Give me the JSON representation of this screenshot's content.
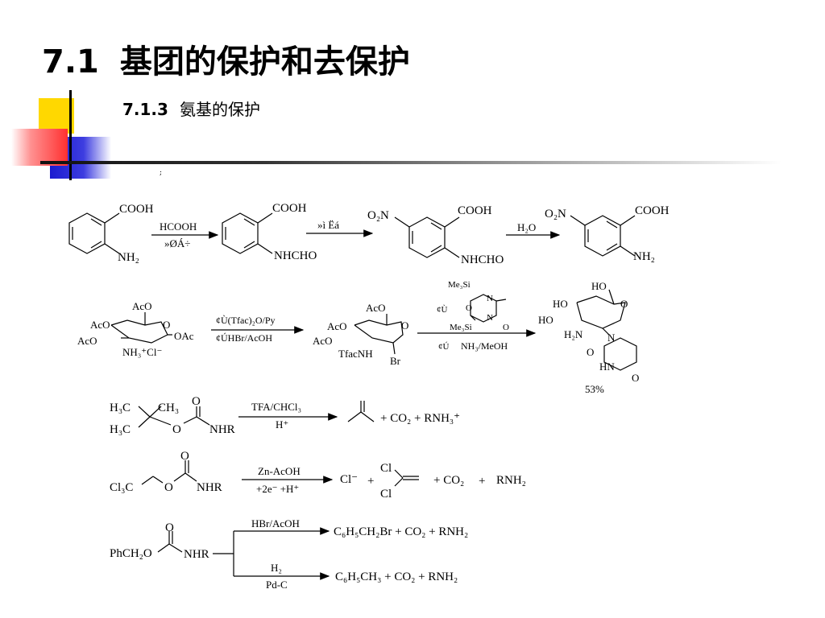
{
  "page": {
    "title_number": "7.1",
    "title_text": "基团的保护和去保护",
    "subtitle_number": "7.1.3",
    "subtitle_text": "氨基的保护",
    "small_mark": ";"
  },
  "colors": {
    "yellow": "#ffd800",
    "blue": "#2a2ad8",
    "red": "#ff4040",
    "line": "#000000"
  },
  "reaction1": {
    "reagent_top": "HCOOH",
    "reagent_bottom": "»ØÁ÷",
    "step2_reagent": "»ì Ëá",
    "step3_reagent": "H₂O",
    "cooh": "COOH",
    "nh2": "NH₂",
    "nhcho": "NHCHO",
    "o2n": "O₂N"
  },
  "reaction2": {
    "aco": "AcO",
    "o": "O",
    "oac": "OAc",
    "nh3cl": "NH₃⁺Cl⁻",
    "reagent1": "¢Ù(Tfac)₂O/Py",
    "reagent2": "¢ÚHBr/AcOH",
    "tfacnh": "TfacNH",
    "br": "Br",
    "me3si": "Me₃Si",
    "n": "N",
    "cu": "¢Ù",
    "cv": "¢Ú",
    "nh3meoh": "NH₃/MeOH",
    "ho": "HO",
    "h2n": "H₂N",
    "hn": "HN",
    "yield": "53%"
  },
  "reaction3": {
    "h3c": "H₃C",
    "ch3": "CH₃",
    "o": "O",
    "nhr": "NHR",
    "reagent_top": "TFA/CHCl₃",
    "reagent_bottom": "H⁺",
    "products": "+ CO₂ + RNH₃⁺"
  },
  "reaction4": {
    "cl3c": "Cl₃C",
    "o": "O",
    "nhr": "NHR",
    "reagent_top": "Zn-AcOH",
    "reagent_bottom": "+2e⁻   +H⁺",
    "cl_ion": "Cl⁻",
    "plus": "+",
    "cl": "Cl",
    "co2": "+ CO₂",
    "plus2": "+",
    "rnh2": "RNH₂"
  },
  "reaction5": {
    "phch2o": "PhCH₂O",
    "o": "O",
    "nhr": "NHR",
    "reagent_top1": "HBr/AcOH",
    "product1": "C₆H₅CH₂Br + CO₂ + RNH₂",
    "reagent_top2": "H₂",
    "reagent_bottom2": "Pd-C",
    "product2": "C₆H₅CH₃ + CO₂ + RNH₂"
  }
}
